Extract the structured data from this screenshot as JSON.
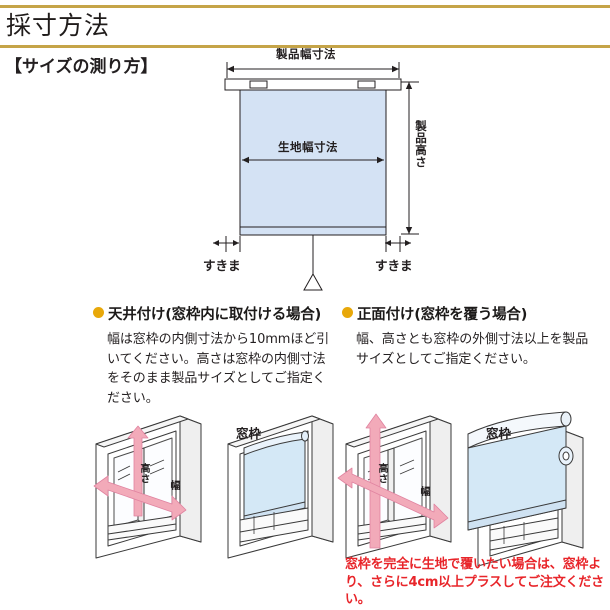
{
  "header": {
    "title": "採寸方法",
    "rule_color": "#c5a448"
  },
  "section": {
    "label": "【サイズの測り方】"
  },
  "diagram": {
    "product_width_label": "製品幅寸法",
    "fabric_width_label": "生地幅寸法",
    "product_height_label": "製品高さ",
    "gap_label_left": "すきま",
    "gap_label_right": "すきま",
    "fabric_color": "#d4e2f4",
    "headrail_color": "#ffffff",
    "line_color": "#231f20"
  },
  "options": [
    {
      "id": "ceiling",
      "bullet_color": "#e8a80a",
      "heading": "天井付け(窓枠内に取付ける場合)",
      "body": "幅は窓枠の内側寸法から10mmほど引いてください。高さは窓枠の内側寸法をそのまま製品サイズとしてご指定ください。",
      "illustration": {
        "frame_caption": "窓枠",
        "arrow_height_label": "高さ",
        "arrow_width_label": "幅",
        "arrow_color": "#f2aab9",
        "blind_color": "#d4e8f6"
      }
    },
    {
      "id": "front",
      "bullet_color": "#e8a80a",
      "heading": "正面付け(窓枠を覆う場合)",
      "body": "幅、高さとも窓枠の外側寸法以上を製品サイズとしてご指定ください。",
      "illustration": {
        "frame_caption": "窓枠",
        "arrow_height_label": "高さ",
        "arrow_width_label": "幅",
        "arrow_color": "#f2aab9",
        "blind_color": "#d4e8f6"
      }
    }
  ],
  "warning": {
    "text": "窓枠を完全に生地で覆いたい場合は、窓枠より、さらに4cm以上プラスしてご注文ください。",
    "color": "#e8252a"
  }
}
